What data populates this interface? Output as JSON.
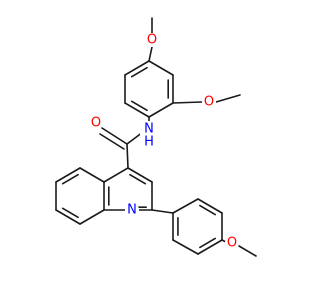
{
  "colors": {
    "bond": "#1a1a1a",
    "carbon": "#1a1a1a",
    "oxygen": "#ff0000",
    "nitrogen": "#0000ff",
    "background": "#ffffff"
  },
  "atoms": [
    {
      "id": "o_top_methoxy",
      "element": "O",
      "label": "O"
    },
    {
      "id": "o_ortho_methoxy",
      "element": "O",
      "label": "O"
    },
    {
      "id": "n_amide",
      "element": "N",
      "label": "N",
      "h_label": "H"
    },
    {
      "id": "o_carbonyl",
      "element": "O",
      "label": "O"
    },
    {
      "id": "n_quinoline",
      "element": "N",
      "label": "N"
    },
    {
      "id": "o_para_methoxy",
      "element": "O",
      "label": "O"
    }
  ]
}
